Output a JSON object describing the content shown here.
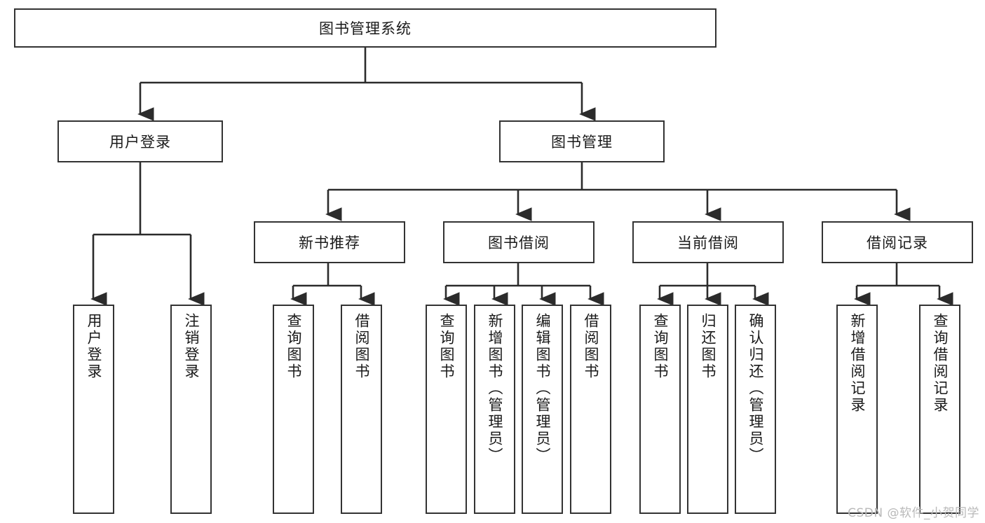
{
  "diagram": {
    "title": "图书管理系统",
    "type": "hierarchy-tree",
    "watermark": "CSDN @软件_小贺同学",
    "stroke_color": "#333333",
    "background_color": "#ffffff",
    "root": {
      "label": "图书管理系统"
    },
    "level2": [
      {
        "label": "用户登录"
      },
      {
        "label": "图书管理"
      }
    ],
    "level3": [
      {
        "label": "新书推荐"
      },
      {
        "label": "图书借阅"
      },
      {
        "label": "当前借阅"
      },
      {
        "label": "借阅记录"
      }
    ],
    "leaves": {
      "user_login": [
        {
          "label": "用户登录"
        },
        {
          "label": "注销登录"
        }
      ],
      "new_book_recommend": [
        {
          "label": "查询图书"
        },
        {
          "label": "借阅图书"
        }
      ],
      "book_borrow": [
        {
          "label": "查询图书"
        },
        {
          "label": "新增图书（管理员）"
        },
        {
          "label": "编辑图书（管理员）"
        },
        {
          "label": "借阅图书"
        }
      ],
      "current_borrow": [
        {
          "label": "查询图书"
        },
        {
          "label": "归还图书"
        },
        {
          "label": "确认归还（管理员）"
        }
      ],
      "borrow_record": [
        {
          "label": "新增借阅记录"
        },
        {
          "label": "查询借阅记录"
        }
      ]
    }
  }
}
